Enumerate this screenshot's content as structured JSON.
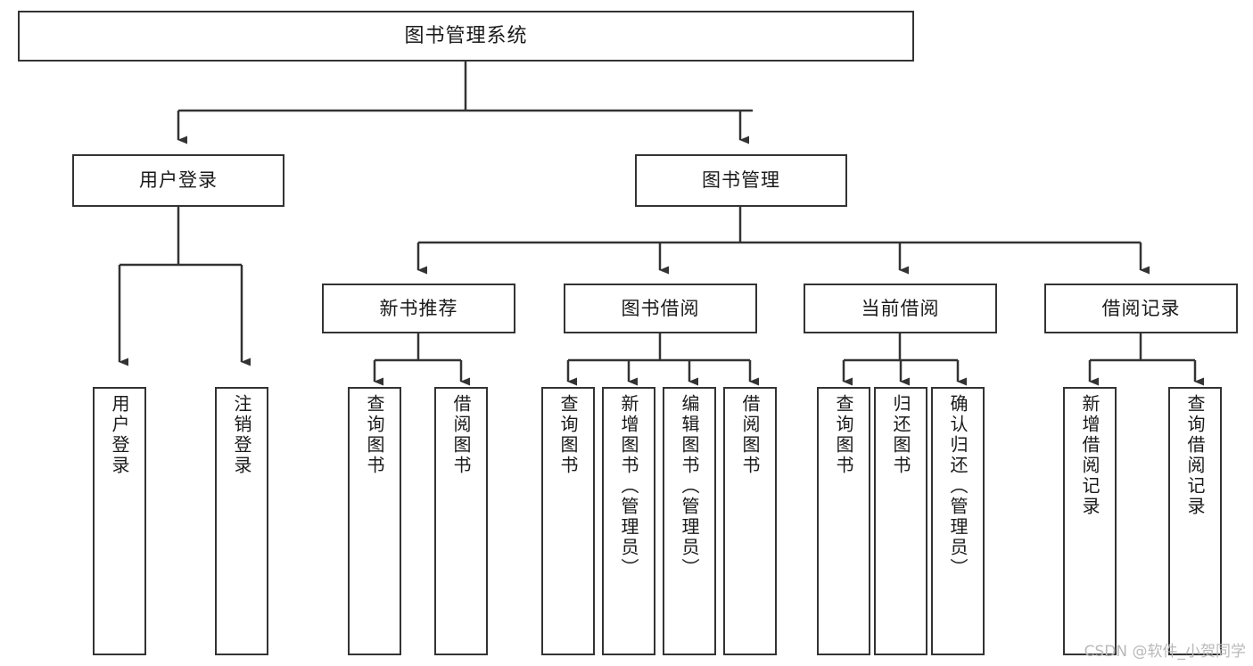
{
  "diagram": {
    "title": "图书管理系统",
    "type": "tree-hierarchy-diagram",
    "stroke_color": "#333333",
    "fill_color": "#ffffff",
    "text_color": "#1a1a1a",
    "watermark": "CSDN @软件_小贺同学"
  },
  "nodes": {
    "root": {
      "label": "图书管理系统"
    },
    "level2": [
      {
        "label": "用户登录"
      },
      {
        "label": "图书管理"
      }
    ],
    "level3": [
      {
        "label": "新书推荐"
      },
      {
        "label": "图书借阅"
      },
      {
        "label": "当前借阅"
      },
      {
        "label": "借阅记录"
      }
    ],
    "leaves": {
      "user_login": [
        {
          "label": "用户登录"
        },
        {
          "label": "注销登录"
        }
      ],
      "new_book_recommend": [
        {
          "label": "查询图书"
        },
        {
          "label": "借阅图书"
        }
      ],
      "book_borrow": [
        {
          "label": "查询图书"
        },
        {
          "label": "新增图书（管理员）"
        },
        {
          "label": "编辑图书（管理员）"
        },
        {
          "label": "借阅图书"
        }
      ],
      "current_borrow": [
        {
          "label": "查询图书"
        },
        {
          "label": "归还图书"
        },
        {
          "label": "确认归还（管理员）"
        }
      ],
      "borrow_record": [
        {
          "label": "新增借阅记录"
        },
        {
          "label": "查询借阅记录"
        }
      ]
    }
  }
}
